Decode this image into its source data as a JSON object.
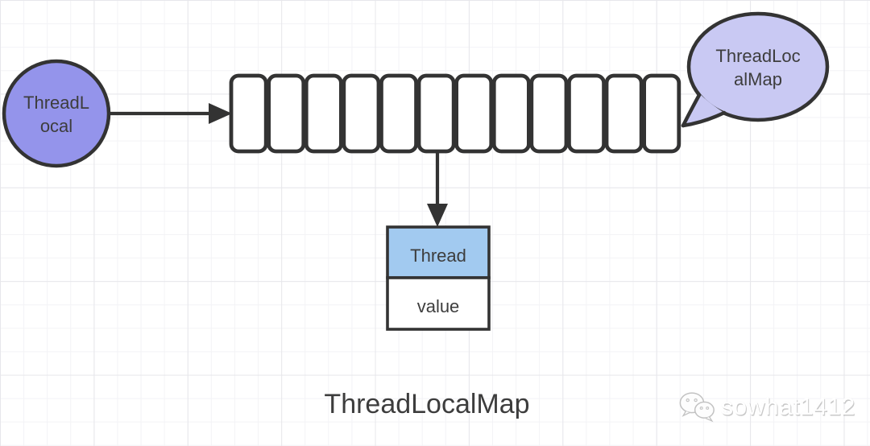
{
  "diagram": {
    "title": "ThreadLocalMap",
    "nodes": {
      "threadlocal_circle": {
        "label": "ThreadLocal",
        "line1": "ThreadL",
        "line2": "ocal"
      },
      "bucket_array": {
        "slot_count": 12
      },
      "bubble": {
        "label": "ThreadLocalMap",
        "line1": "ThreadLoc",
        "line2": "alMap"
      },
      "entry": {
        "key": "Thread",
        "value": "value"
      }
    },
    "colors": {
      "circle_fill": "#9494EB",
      "bubble_fill": "#C9C9F3",
      "entry_key_fill": "#A2CAF0",
      "slot_fill": "#ffffff",
      "stroke": "#333333",
      "text": "#3D3D3D"
    }
  },
  "watermark": {
    "text": "sowhat1412",
    "icon": "wechat-icon"
  }
}
